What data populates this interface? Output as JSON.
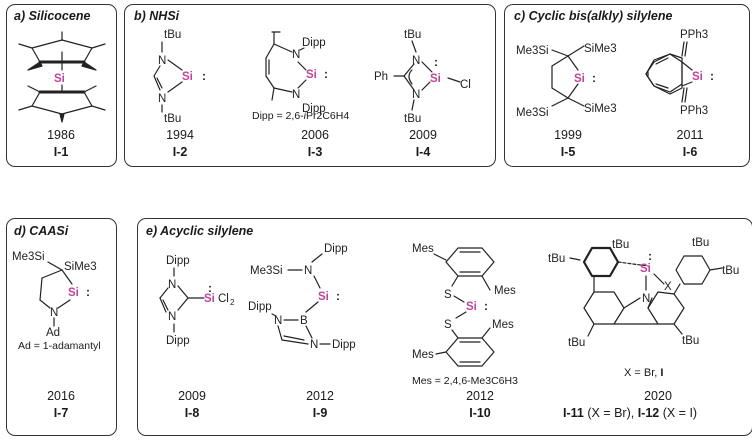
{
  "panels": {
    "a": {
      "title": "a) Silicocene"
    },
    "b": {
      "title": "b) NHSi"
    },
    "c": {
      "title": "c) Cyclic bis(alkly) silylene"
    },
    "d": {
      "title": "d) CAASi"
    },
    "e": {
      "title": "e) Acyclic silylene"
    }
  },
  "atoms": {
    "si": "Si",
    "tbu": "tBu",
    "n": "N",
    "dipp": "Dipp",
    "ph": "Ph",
    "cl": "Cl",
    "me3si": "Me3Si",
    "sime3": "SiMe3",
    "pph3": "PPh3",
    "ad": "Ad",
    "sicl2": "SiCl2",
    "b": "B",
    "s": "S",
    "mes": "Mes",
    "x": "X",
    "lone_pair": ":"
  },
  "notes": {
    "dipp_prefix": "Dipp = 2,6-",
    "dipp_ipr": "i",
    "dipp_suffix": "Pr2C6H4",
    "ad_def": "Ad = 1-adamantyl",
    "mes_def": "Mes = 2,4,6-Me3C6H3",
    "x_def_prefix": "X = Br, ",
    "x_def_bold": "I"
  },
  "compounds": [
    {
      "id": "I-1",
      "year": "1986"
    },
    {
      "id": "I-2",
      "year": "1994"
    },
    {
      "id": "I-3",
      "year": "2006"
    },
    {
      "id": "I-4",
      "year": "2009"
    },
    {
      "id": "I-5",
      "year": "1999"
    },
    {
      "id": "I-6",
      "year": "2011"
    },
    {
      "id": "I-7",
      "year": "2016"
    },
    {
      "id": "I-8",
      "year": "2009"
    },
    {
      "id": "I-9",
      "year": "2012"
    },
    {
      "id": "I-10",
      "year": "2012"
    },
    {
      "id": "I-11",
      "year": "2020"
    }
  ],
  "i11_label": {
    "id1": "I-11",
    "mid1": " (X = Br), ",
    "id2": "I-12",
    "mid2": " (X = I)"
  }
}
